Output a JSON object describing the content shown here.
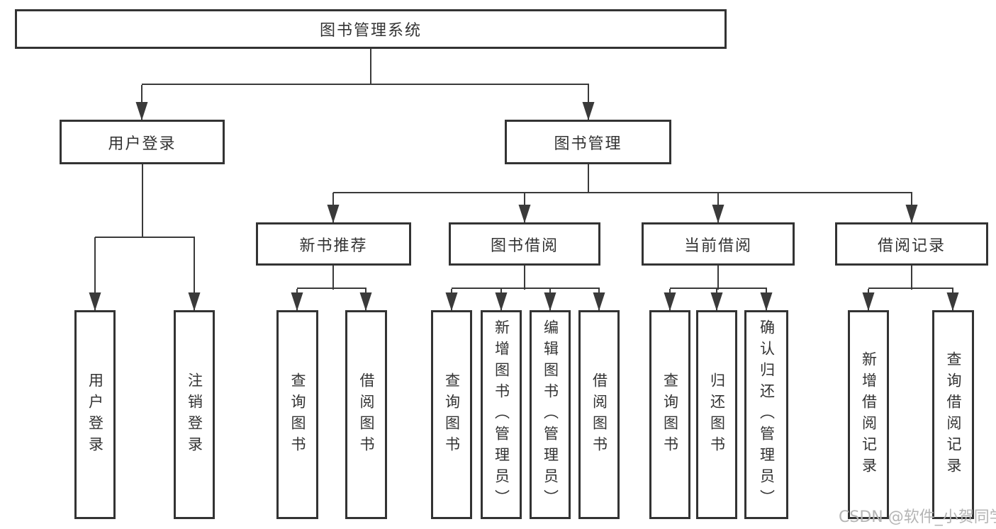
{
  "tree": {
    "label": "图书管理系统",
    "children": [
      {
        "label": "用户登录",
        "children": [
          {
            "label": "用户登录"
          },
          {
            "label": "注销登录"
          }
        ]
      },
      {
        "label": "图书管理",
        "children": [
          {
            "label": "新书推荐",
            "children": [
              {
                "label": "查询图书"
              },
              {
                "label": "借阅图书"
              }
            ]
          },
          {
            "label": "图书借阅",
            "children": [
              {
                "label": "查询图书"
              },
              {
                "label": "新增图书（管理员）"
              },
              {
                "label": "编辑图书（管理员）"
              },
              {
                "label": "借阅图书"
              }
            ]
          },
          {
            "label": "当前借阅",
            "children": [
              {
                "label": "查询图书"
              },
              {
                "label": "归还图书"
              },
              {
                "label": "确认归还（管理员）"
              }
            ]
          },
          {
            "label": "借阅记录",
            "children": [
              {
                "label": "新增借阅记录"
              },
              {
                "label": "查询借阅记录"
              }
            ]
          }
        ]
      }
    ]
  },
  "watermark": {
    "text": "CSDN @软件_小贺同学"
  },
  "colors": {
    "line": "#3a3a3a",
    "border": "#333333",
    "text": "#333333",
    "background": "#ffffff",
    "watermark": "#b5b5b5"
  }
}
